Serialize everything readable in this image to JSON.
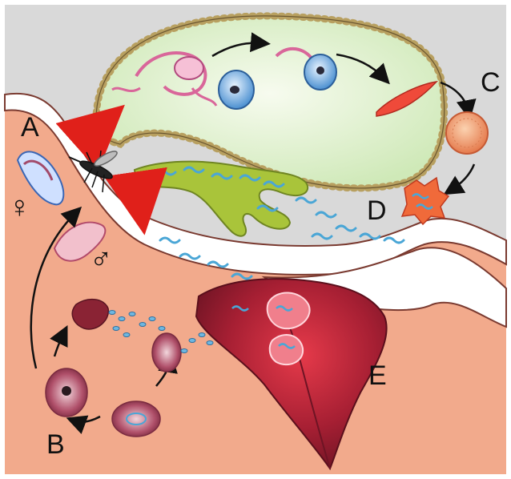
{
  "labels": {
    "A": "A",
    "B": "B",
    "C": "C",
    "D": "D",
    "E": "E",
    "female": "♀",
    "male": "♂"
  },
  "colors": {
    "background_gray": "#d9d9d9",
    "human_skin": "#f2aa8c",
    "gut_fill": "#e4f3d6",
    "gland_yellow": "#a9c43a",
    "sporozoite_blue": "#4aa6d6",
    "liver_red": "#9a1f2e",
    "arrow_red": "#e0201a"
  }
}
